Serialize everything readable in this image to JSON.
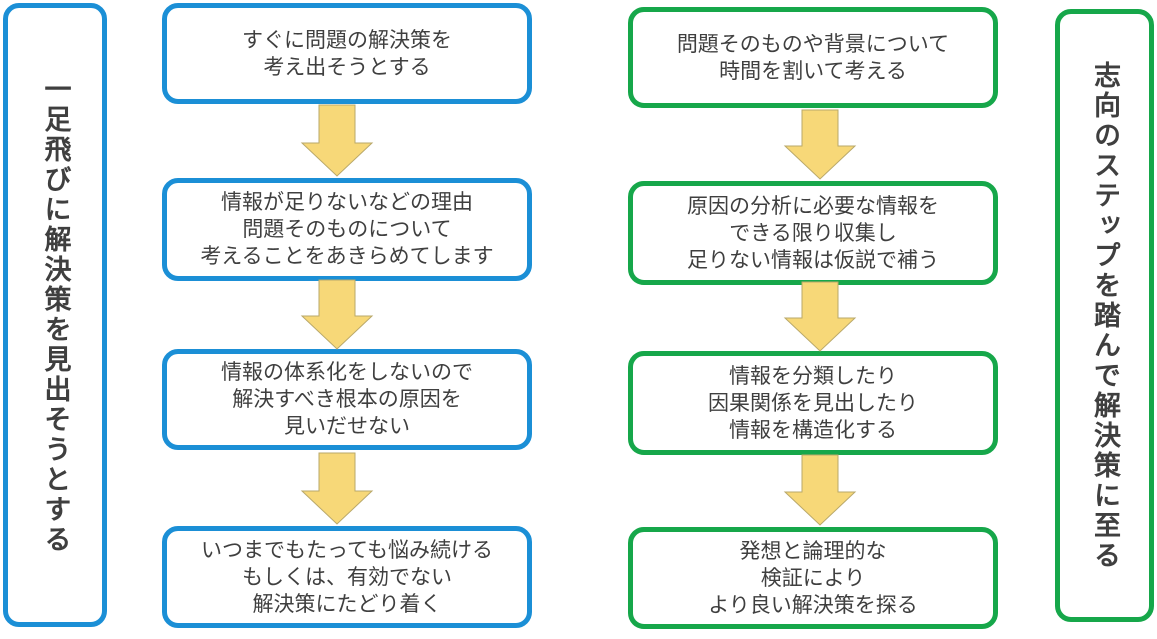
{
  "left_column": {
    "side_label": "一足飛びに解決策を見出そうとする",
    "steps": [
      {
        "lines": [
          "すぐに問題の解決策を",
          "考え出そうとする"
        ]
      },
      {
        "lines": [
          "情報が足りないなどの理由",
          "問題そのものについて",
          "考えることをあきらめてします"
        ]
      },
      {
        "lines": [
          "情報の体系化をしないので",
          "解決すべき根本の原因を",
          "見いだせない"
        ]
      },
      {
        "lines": [
          "いつまでもたっても悩み続ける",
          "もしくは、有効でない",
          "解決策にたどり着く"
        ]
      }
    ]
  },
  "right_column": {
    "side_label": "志向のステップを踏んで解決策に至る",
    "steps": [
      {
        "lines": [
          "問題そのものや背景について",
          "時間を割いて考える"
        ]
      },
      {
        "lines": [
          "原因の分析に必要な情報を",
          "できる限り収集し",
          "足りない情報は仮説で補う"
        ]
      },
      {
        "lines": [
          "情報を分類したり",
          "因果関係を見出したり",
          "情報を構造化する"
        ]
      },
      {
        "lines": [
          "発想と論理的な",
          "検証により",
          "より良い解決策を探る"
        ]
      }
    ]
  },
  "colors": {
    "left_border": "#1b8fd6",
    "right_border": "#16a74a",
    "arrow_fill": "#f7d878",
    "arrow_stroke": "#b9a86a",
    "text": "#3f3f3f"
  }
}
